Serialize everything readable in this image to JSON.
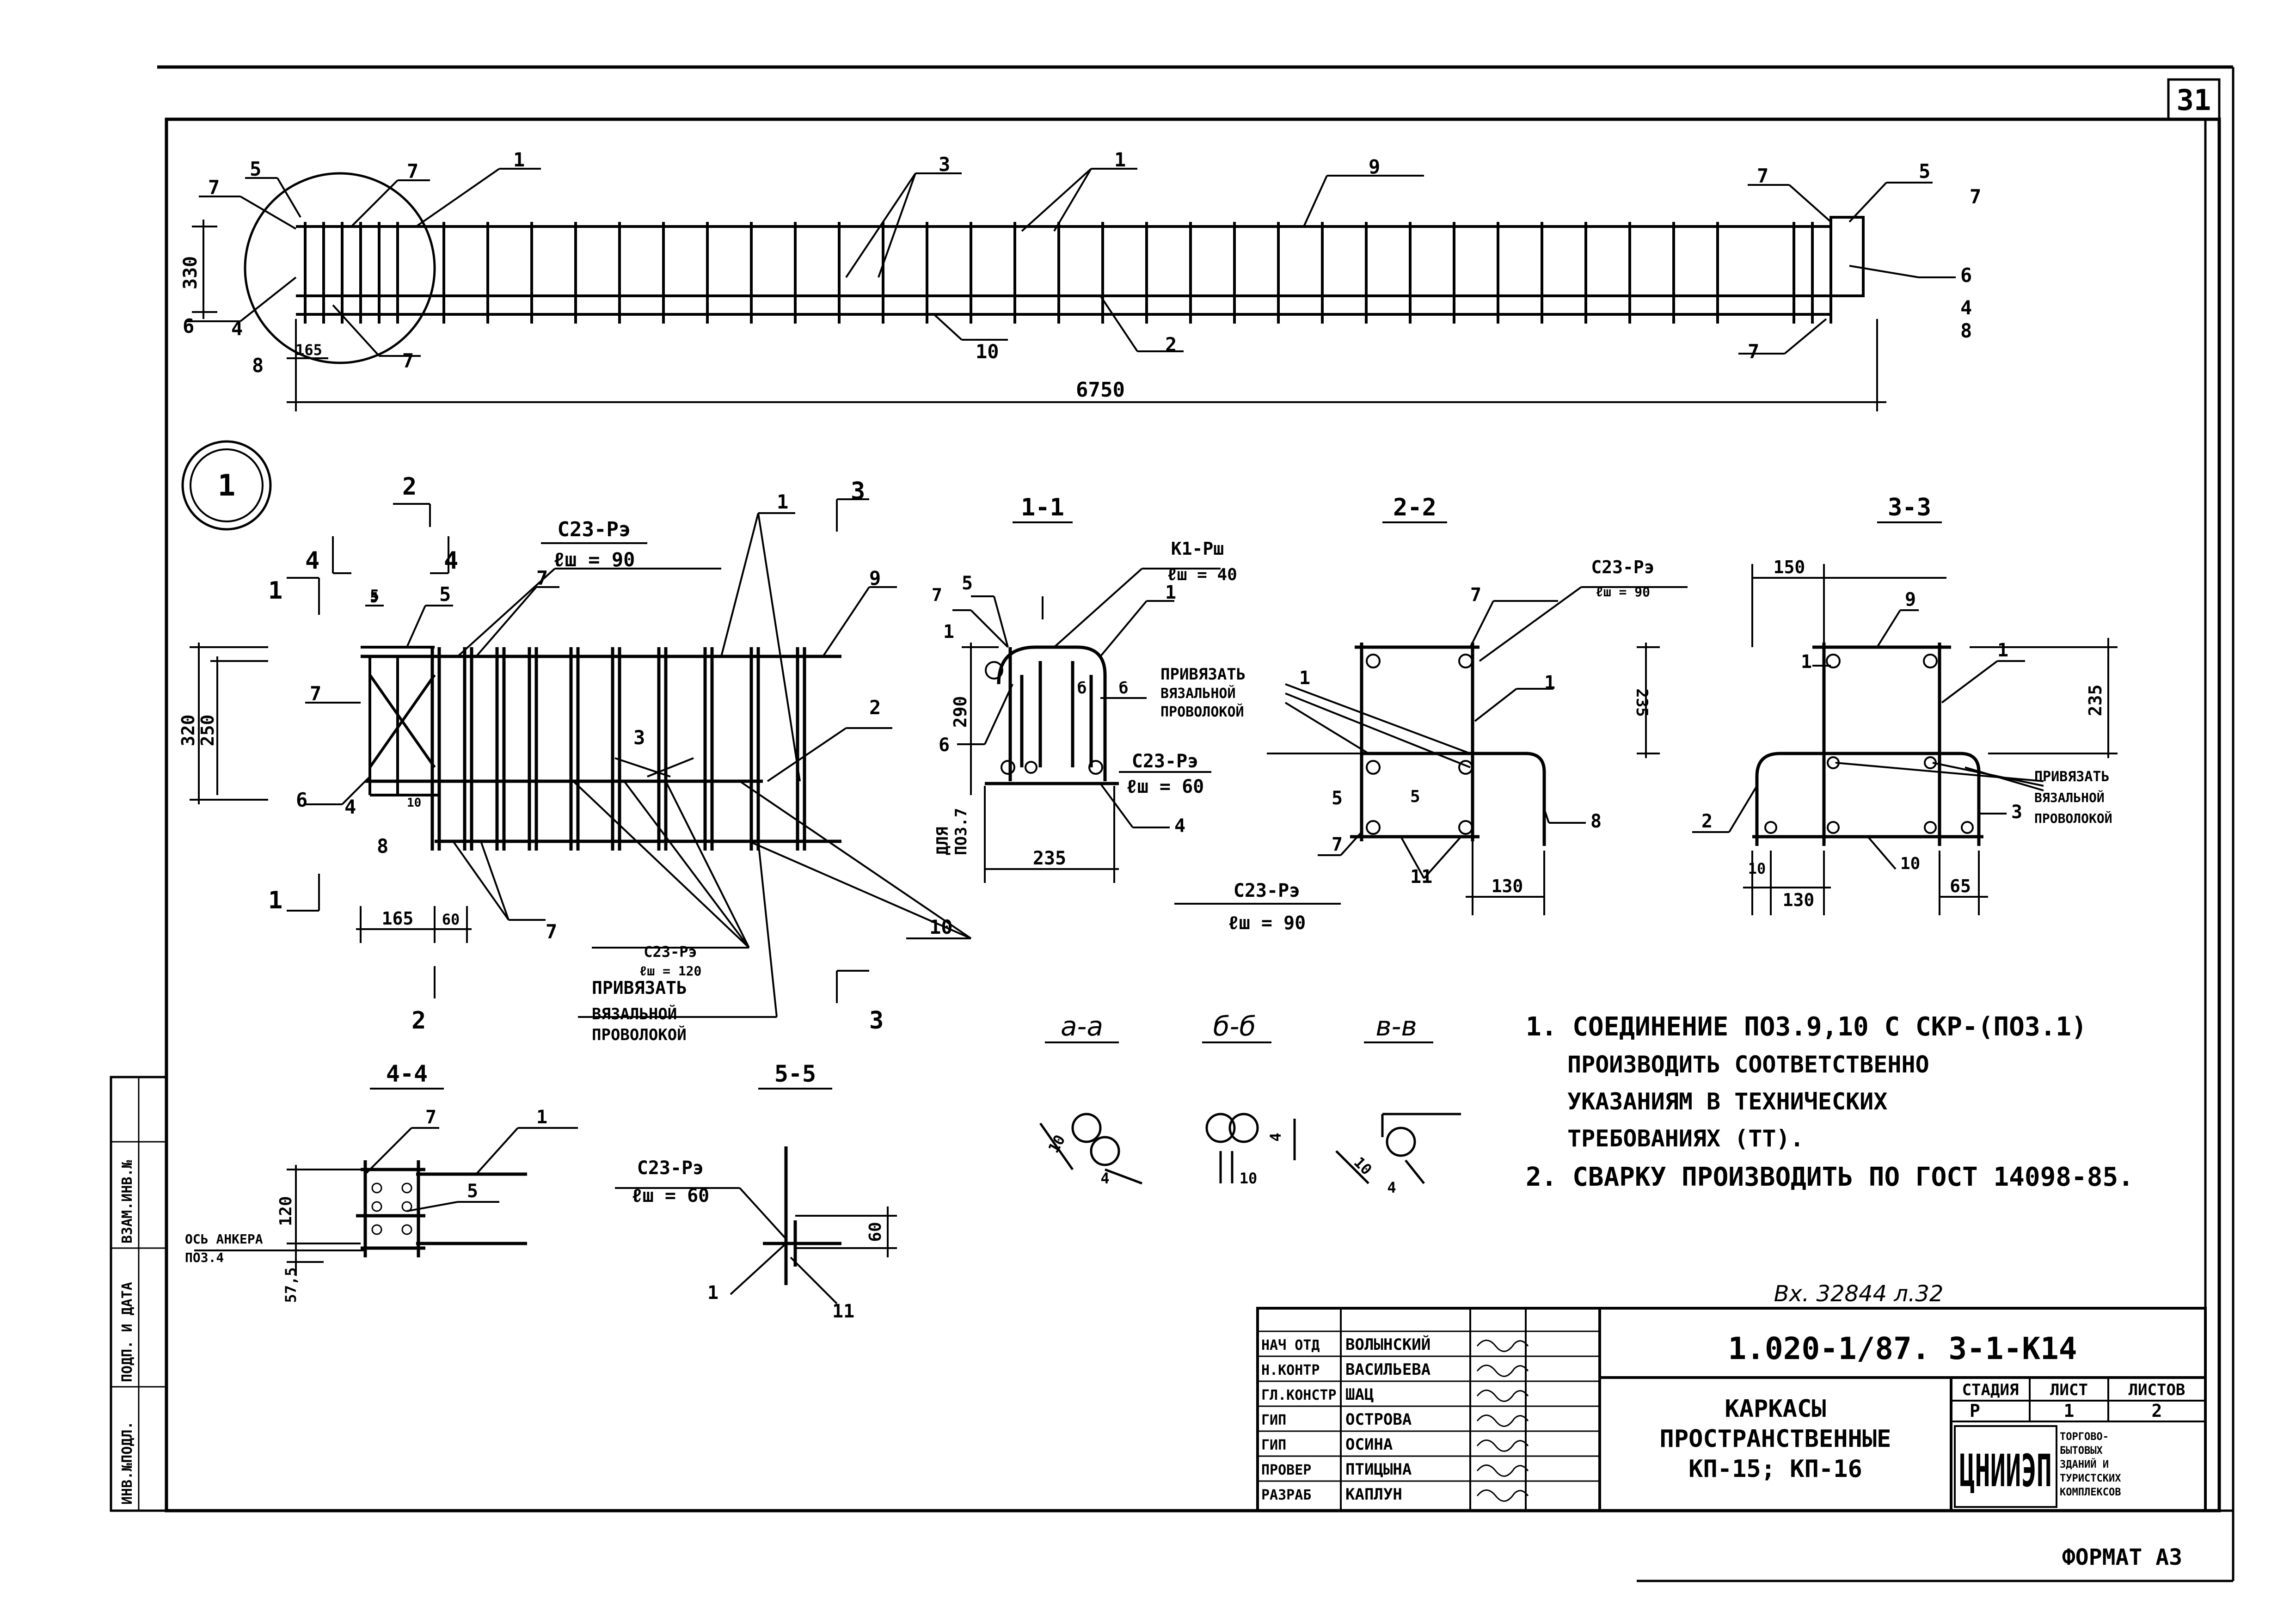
{
  "sheet": {
    "number": "31",
    "format": "ФОРМАТ А3"
  },
  "main_view": {
    "labels": [
      "7",
      "5",
      "7",
      "1",
      "3",
      "1",
      "9",
      "7",
      "5",
      "7",
      "6",
      "4",
      "8",
      "7",
      "10",
      "2",
      "7",
      "6",
      "4",
      "8"
    ],
    "dims": {
      "height": "330",
      "end": "165",
      "length": "6750"
    }
  },
  "node1": {
    "marker": "1",
    "cuts": [
      "2",
      "4",
      "4",
      "1",
      "1",
      "3",
      "2",
      "3"
    ],
    "weld_top": "С23-Рэ",
    "weld_top_len": "ℓш = 90",
    "weld_bot": "С23-Рэ",
    "weld_bot_len": "ℓш = 120",
    "note": [
      "ПРИВЯЗАТЬ",
      "ВЯЗАЛЬНОЙ",
      "ПРОВОЛОКОЙ"
    ],
    "labels": [
      "1",
      "5",
      "7",
      "9",
      "7",
      "6",
      "4",
      "8",
      "3",
      "2",
      "10",
      "7",
      "5"
    ],
    "dims": [
      "320",
      "250",
      "165",
      "60",
      "5",
      "10"
    ]
  },
  "section_1_1": {
    "title": "1-1",
    "weld_top": "К1-Рш",
    "weld_top_len": "ℓш = 40",
    "weld_mid": "С23-Рэ",
    "weld_mid_len": "ℓш = 60",
    "side": [
      "ДЛЯ",
      "ПОЗ.7"
    ],
    "labels": [
      "7",
      "5",
      "1",
      "1",
      "6",
      "4",
      "б",
      "б"
    ],
    "dims": [
      "290",
      "235"
    ]
  },
  "section_2_2": {
    "title": "2-2",
    "weld_top": "С23-Рэ",
    "weld_top_len": "ℓш = 90",
    "weld_bot": "С23-Рэ",
    "weld_bot_len": "ℓш = 90",
    "note": [
      "ПРИВЯЗАТЬ",
      "ВЯЗАЛЬНОЙ",
      "ПРОВОЛОКОЙ"
    ],
    "labels": [
      "7",
      "1",
      "1",
      "8",
      "5",
      "5",
      "7",
      "11"
    ],
    "dims": [
      "235",
      "130"
    ]
  },
  "section_3_3": {
    "title": "3-3",
    "note": [
      "ПРИВЯЗАТЬ",
      "ВЯЗАЛЬНОЙ",
      "ПРОВОЛОКОЙ"
    ],
    "labels": [
      "9",
      "1",
      "1",
      "2",
      "3",
      "10"
    ],
    "dims": [
      "150",
      "235",
      "10",
      "130",
      "65"
    ]
  },
  "section_4_4": {
    "title": "4-4",
    "anchor": [
      "ОСЬ АНКЕРА",
      "ПОЗ.4"
    ],
    "labels": [
      "7",
      "1",
      "5"
    ],
    "dims": [
      "120",
      "57,5"
    ]
  },
  "section_5_5": {
    "title": "5-5",
    "weld": "С23-Рэ",
    "weld_len": "ℓш = 60",
    "labels": [
      "1",
      "11"
    ],
    "dims": [
      "60"
    ]
  },
  "details": {
    "aa": {
      "title": "а-а",
      "dims": [
        "10",
        "4"
      ]
    },
    "bb": {
      "title": "б-б",
      "dims": [
        "4",
        "10"
      ]
    },
    "vv": {
      "title": "в-в",
      "dims": [
        "10",
        "4"
      ]
    }
  },
  "notes": [
    "1. СОЕДИНЕНИЕ ПОЗ.9,10 С СКР-(ПОЗ.1)",
    "ПРОИЗВОДИТЬ СООТВЕТСТВЕННО",
    "УКАЗАНИЯМ В ТЕХНИЧЕСКИХ",
    "ТРЕБОВАНИЯХ (ТТ).",
    "2. СВАРКУ ПРОИЗВОДИТЬ ПО ГОСТ 14098-85."
  ],
  "stamp_note": "Вх. 32844 л.32",
  "title_block": {
    "code": "1.020-1/87. 3-1-К14",
    "title": [
      "КАРКАСЫ",
      "ПРОСТРАНСТВЕННЫЕ",
      "КП-15; КП-16"
    ],
    "roles": [
      "НАЧ ОТД",
      "Н.КОНТР",
      "ГЛ.КОНСТР",
      "ГИП",
      "ГИП",
      "ПРОВЕР",
      "РАЗРАБ"
    ],
    "names": [
      "ВОЛЫНСКИЙ",
      "ВАСИЛЬЕВА",
      "ШАЦ",
      "ОСТРОВА",
      "ОСИНА",
      "ПТИЦЫНА",
      "КАПЛУН"
    ],
    "stage_head": [
      "СТАДИЯ",
      "ЛИСТ",
      "ЛИСТОВ"
    ],
    "stage_vals": [
      "Р",
      "1",
      "2"
    ],
    "org": "ЦНИИЭП",
    "org_sub": [
      "ТОРГОВО-",
      "БЫТОВЫХ",
      "ЗДАНИЙ И",
      "ТУРИСТСКИХ",
      "КОМПЛЕКСОВ"
    ]
  },
  "side_strip": [
    "ИНВ.№ПОДЛ.",
    "ПОДП. И ДАТА",
    "ВЗАМ.ИНВ.№"
  ]
}
